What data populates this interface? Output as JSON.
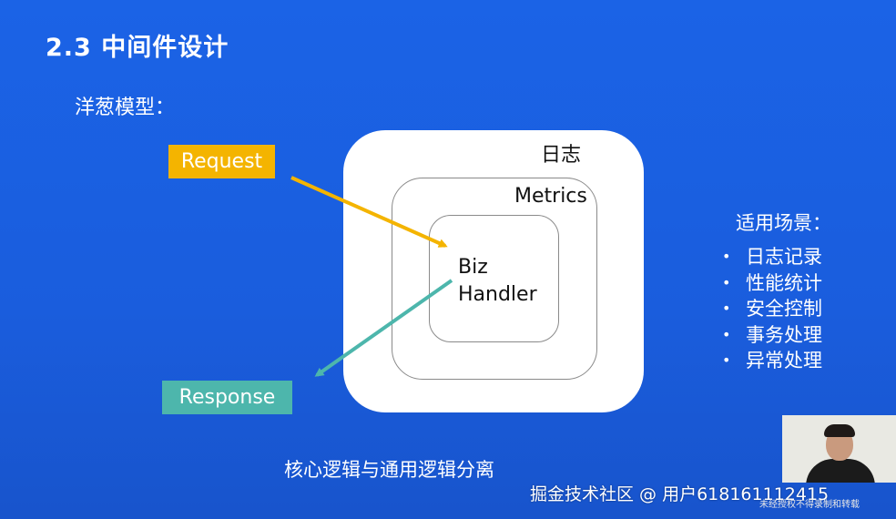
{
  "slide": {
    "title": "2.3  中间件设计",
    "subtitle": "洋葱模型："
  },
  "diagram": {
    "layer_outer": "日志",
    "layer_middle": "Metrics",
    "layer_inner_line1": "Biz",
    "layer_inner_line2": "Handler",
    "request_label": "Request",
    "response_label": "Response",
    "colors": {
      "request": "#f4b400",
      "response": "#4db6ac",
      "request_arrow": "#f4b400",
      "response_arrow": "#4db6ac",
      "background": "#1a5fe0"
    }
  },
  "scenarios": {
    "title": "适用场景：",
    "items": [
      "日志记录",
      "性能统计",
      "安全控制",
      "事务处理",
      "异常处理"
    ]
  },
  "footer": {
    "summary": "核心逻辑与通用逻辑分离",
    "watermark": "掘金技术社区 @ 用户618161112415",
    "watermark_small": "未经授权不得录制和转载"
  }
}
